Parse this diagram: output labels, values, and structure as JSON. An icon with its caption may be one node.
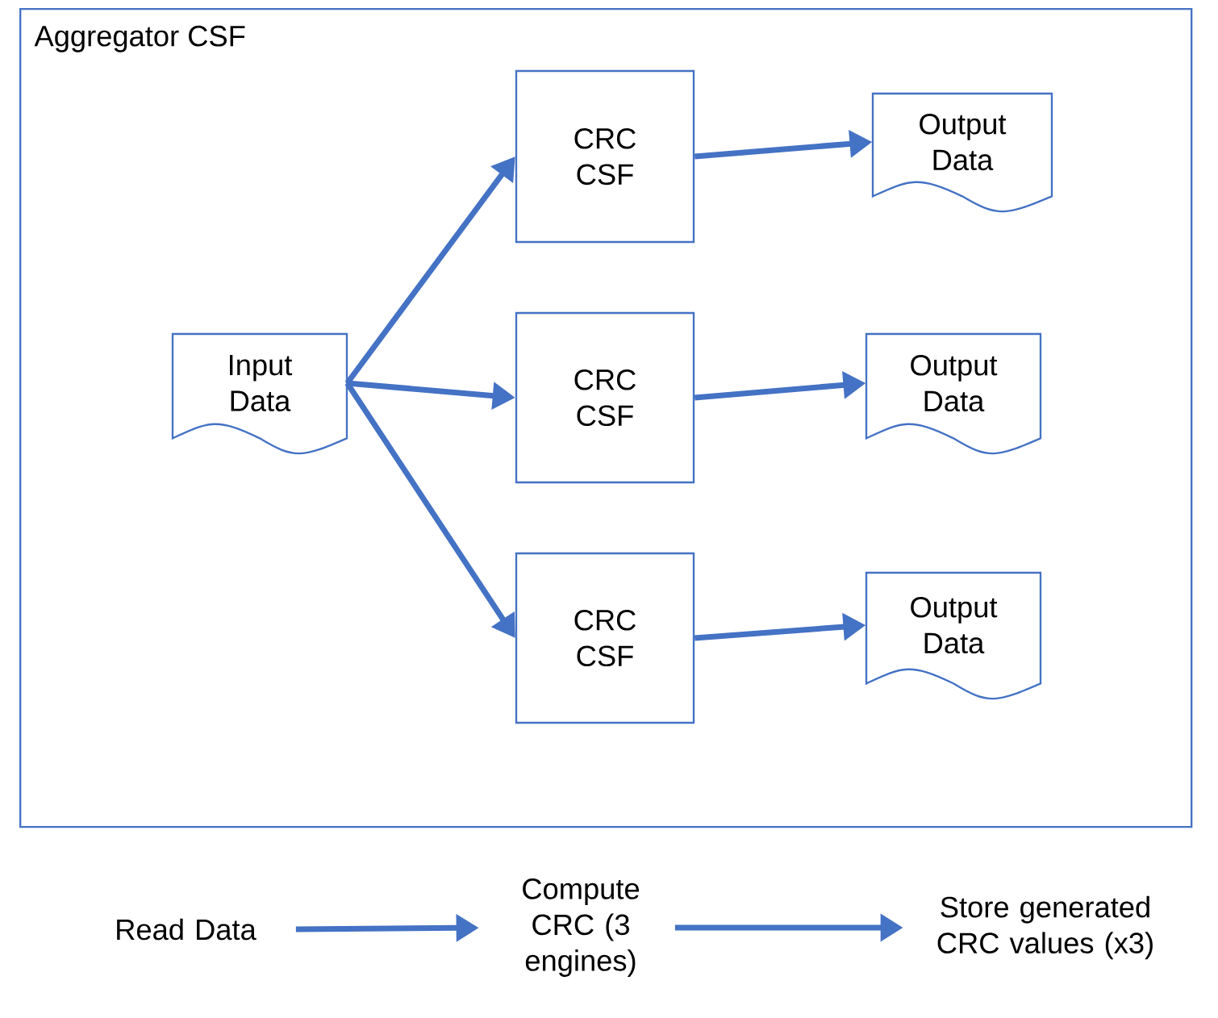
{
  "diagram": {
    "nodes": [
      {
        "text": [
          "Aggregator CSF"
        ]
      },
      {
        "text": [
          "Input Data"
        ],
        "in": 0
      },
      {
        "text": [
          "CRC CSF"
        ],
        "in": 0
      },
      {
        "text": [
          "CRC CSF"
        ],
        "in": 0
      },
      {
        "text": [
          "CRC CSF"
        ],
        "in": 0
      },
      {
        "text": [
          "Output Data"
        ],
        "in": 0
      },
      {
        "text": [
          "Output Data"
        ],
        "in": 0
      },
      {
        "text": [
          "Output Data"
        ],
        "in": 0
      },
      {
        "text": [
          "Read Data"
        ]
      },
      {
        "text": [
          "Compute CRC (3 engines)"
        ]
      },
      {
        "text": [
          "Store generated CRC values (x3)"
        ]
      }
    ],
    "edges": [
      {
        "from": 1,
        "to": 2,
        "arrow": "to"
      },
      {
        "from": 1,
        "to": 3,
        "arrow": "to"
      },
      {
        "from": 1,
        "to": 4,
        "arrow": "to"
      },
      {
        "from": 2,
        "to": 5,
        "arrow": "to"
      },
      {
        "from": 3,
        "to": 6,
        "arrow": "to"
      },
      {
        "from": 4,
        "to": 7,
        "arrow": "to"
      },
      {
        "from": 8,
        "to": 9,
        "arrow": "to"
      },
      {
        "from": 9,
        "to": 10,
        "arrow": "to"
      }
    ]
  }
}
